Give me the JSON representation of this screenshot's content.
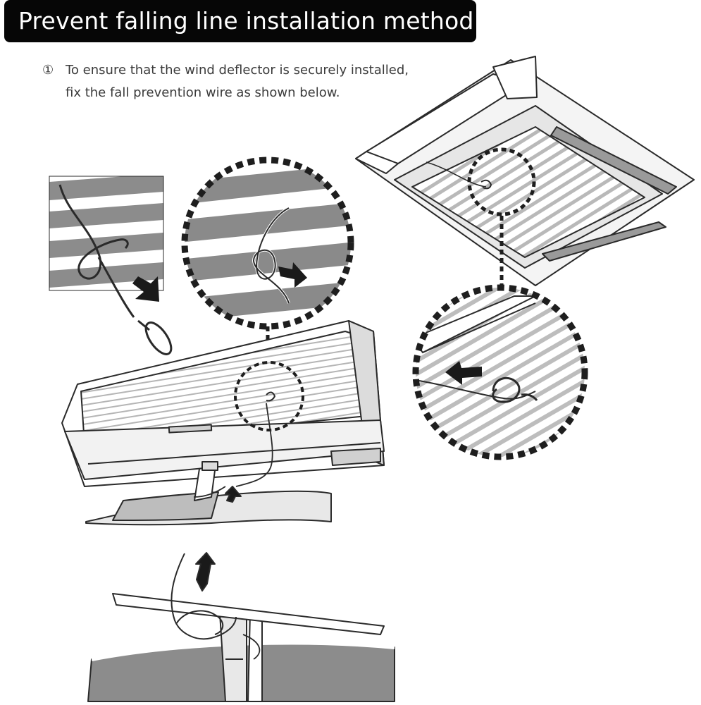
{
  "title": "Prevent falling line installation method",
  "instruction": {
    "step_marker": "①",
    "text": "To ensure that the wind deflector is securely installed, fix the fall prevention wire as shown below."
  },
  "colors": {
    "banner_background": "#060606",
    "banner_text": "#ffffff",
    "line_art": "#2a2a2a",
    "stripe_gray": "#8c8c8c",
    "dotted_callout": "#1e1e1e"
  },
  "icons": [
    "arrow-icon",
    "carabiner-clip-icon",
    "hook-icon"
  ]
}
